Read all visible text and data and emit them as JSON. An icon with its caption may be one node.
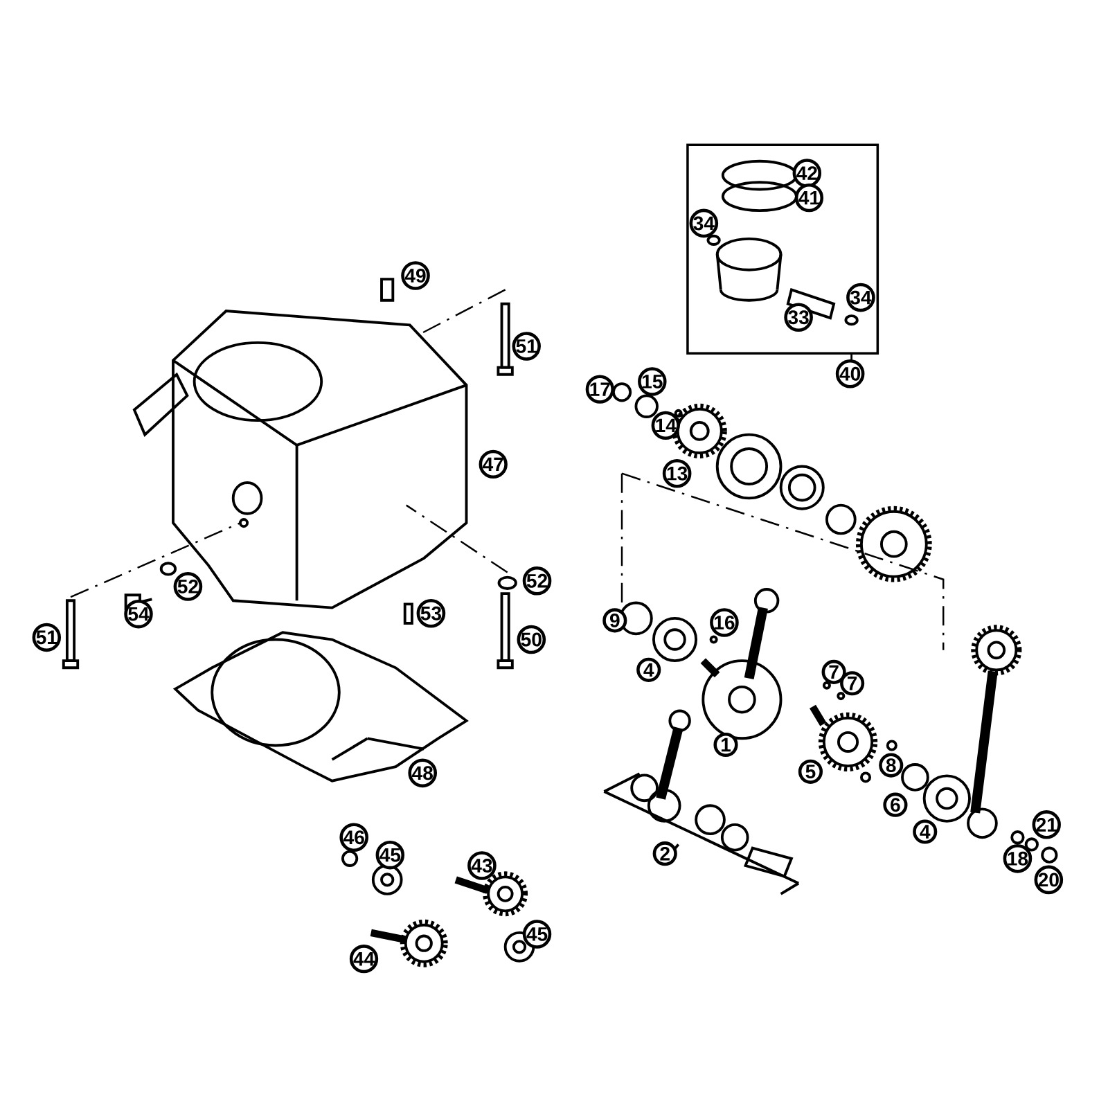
{
  "diagram": {
    "labels": [
      "42",
      "41",
      "34",
      "49",
      "34",
      "33",
      "51",
      "40",
      "15",
      "17",
      "14",
      "47",
      "13",
      "52",
      "52",
      "54",
      "53",
      "9",
      "16",
      "51",
      "50",
      "4",
      "7",
      "7",
      "1",
      "8",
      "5",
      "48",
      "6",
      "21",
      "4",
      "46",
      "2",
      "45",
      "18",
      "43",
      "20",
      "45",
      "44"
    ]
  }
}
